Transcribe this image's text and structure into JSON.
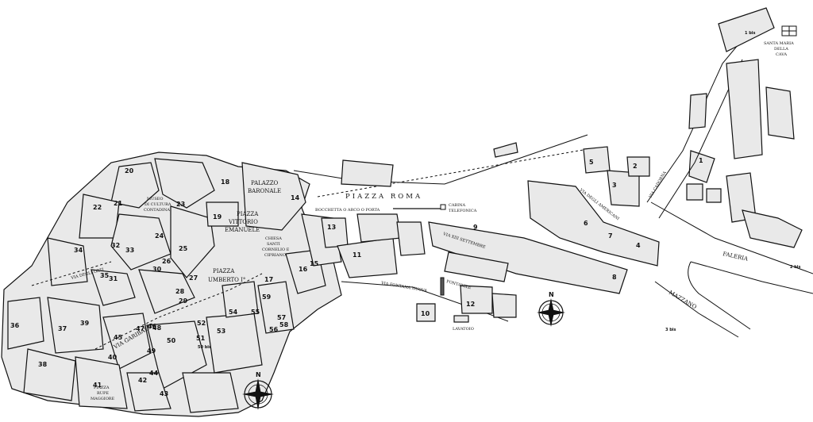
{
  "squares": {
    "piazza_roma": "PIAZZA   ROMA",
    "piazza_vittorio_1": "PIAZZA",
    "piazza_vittorio_2": "VITTORIO",
    "piazza_vittorio_3": "EMANUELE",
    "piazza_umberto_1": "PIAZZA",
    "piazza_umberto_2": "UMBERTO I°",
    "piazza_rupe_1": "PIAZZA",
    "piazza_rupe_2": "RUPE",
    "piazza_rupe_3": "MAGGIORE"
  },
  "landmarks": {
    "palazzo_1": "PALAZZO",
    "palazzo_2": "BARONALE",
    "chiesa_1": "CHIESA",
    "chiesa_2": "SANTI",
    "chiesa_3": "CORNELIO E",
    "chiesa_4": "CIPRIANO",
    "santa_maria_1": "SANTA MARIA",
    "santa_maria_2": "DELLA",
    "santa_maria_3": "CAVA",
    "cabina_1": "CABINA",
    "cabina_2": "TELEFONICA",
    "bocchetta": "BOCCHETTA O ARCO O PORTA",
    "fontanile": "FONTANILE",
    "lavatoio": "LAVATOIO",
    "museo_1": "MUSEO",
    "museo_2": "DI CULTURA",
    "museo_3": "CONTADINA"
  },
  "streets": {
    "via_xiii": "VIA  XIII  SETTEMBRE",
    "via_fontana": "VIA  FONTANA  NUOVA",
    "via_americani": "VIA  DEGLI  AMERICANI",
    "via_cadorna": "VIA  CADORNA",
    "faleria": "FALERIA",
    "mazzano": "MAZZANO",
    "via_garibaldi": "VIA  GARIBALDI",
    "via_orti": "VIA  DEGLI  ORTI"
  },
  "compass": {
    "north": "N"
  },
  "numbers": [
    "1",
    "2",
    "3",
    "4",
    "5",
    "6",
    "7",
    "8",
    "9",
    "10",
    "11",
    "12",
    "13",
    "14",
    "15",
    "16",
    "17",
    "18",
    "19",
    "20",
    "21",
    "22",
    "23",
    "24",
    "25",
    "26",
    "27",
    "28",
    "29",
    "30",
    "31",
    "32",
    "33",
    "34",
    "35",
    "36",
    "37",
    "38",
    "39",
    "40",
    "41",
    "42",
    "43",
    "44",
    "45",
    "46",
    "47",
    "48",
    "49",
    "50",
    "50 bis",
    "51",
    "52",
    "53",
    "54",
    "55",
    "56",
    "57",
    "58",
    "59",
    "1 bis",
    "2 bis",
    "3 bis"
  ]
}
